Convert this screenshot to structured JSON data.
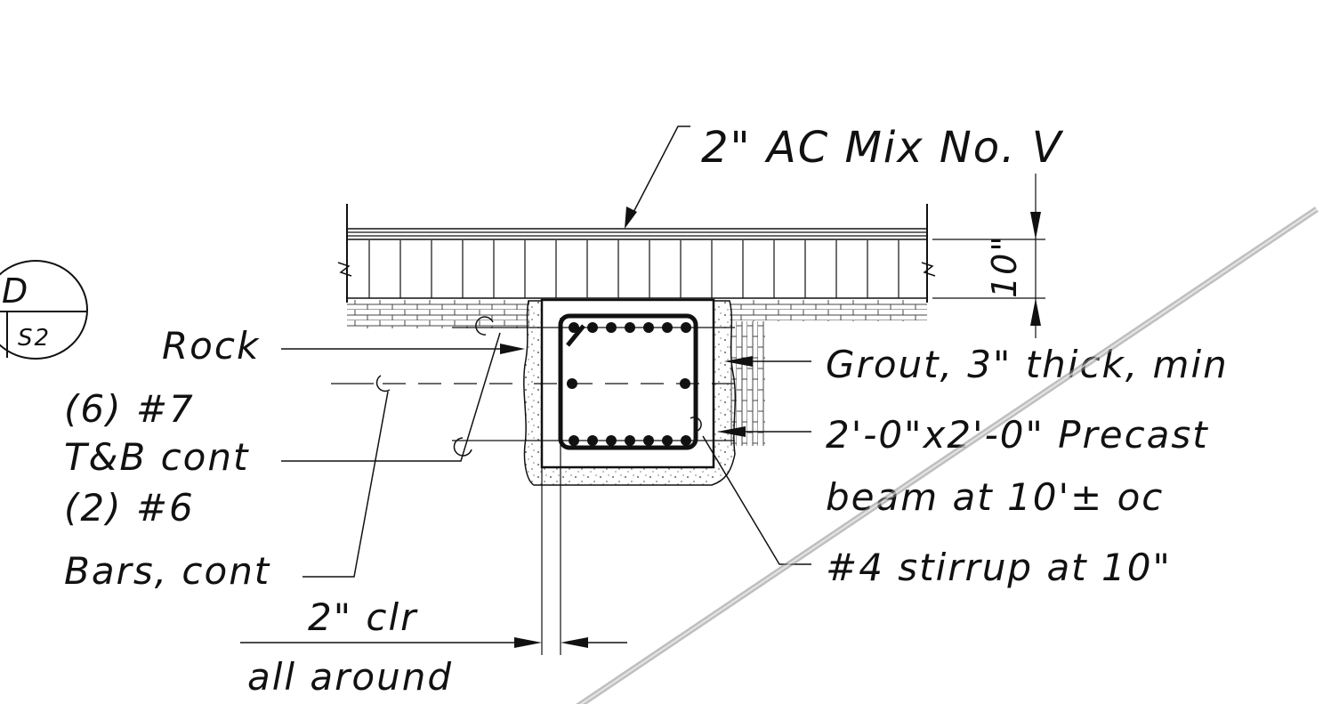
{
  "section_marker": {
    "letter": "D",
    "sheet": "S2"
  },
  "labels": {
    "ac_mix": "2\" AC Mix No. V",
    "dim_slab": "10\"",
    "rock": "Rock",
    "bars_top_line1": "(6) #7",
    "bars_top_line2": "T&B cont",
    "bars_side_line1": "(2) #6",
    "bars_side_line2": "Bars, cont",
    "clearance_line1": "2\" clr",
    "clearance_line2": "all around",
    "grout": "Grout, 3\" thick, min",
    "precast_line1": "2'-0\"x2'-0\" Precast",
    "precast_line2": "beam at 10'± oc",
    "stirrup": "#4 stirrup at 10\""
  },
  "colors": {
    "ink": "#111111",
    "hatch": "#555555",
    "markup": "#9a9a9a"
  }
}
